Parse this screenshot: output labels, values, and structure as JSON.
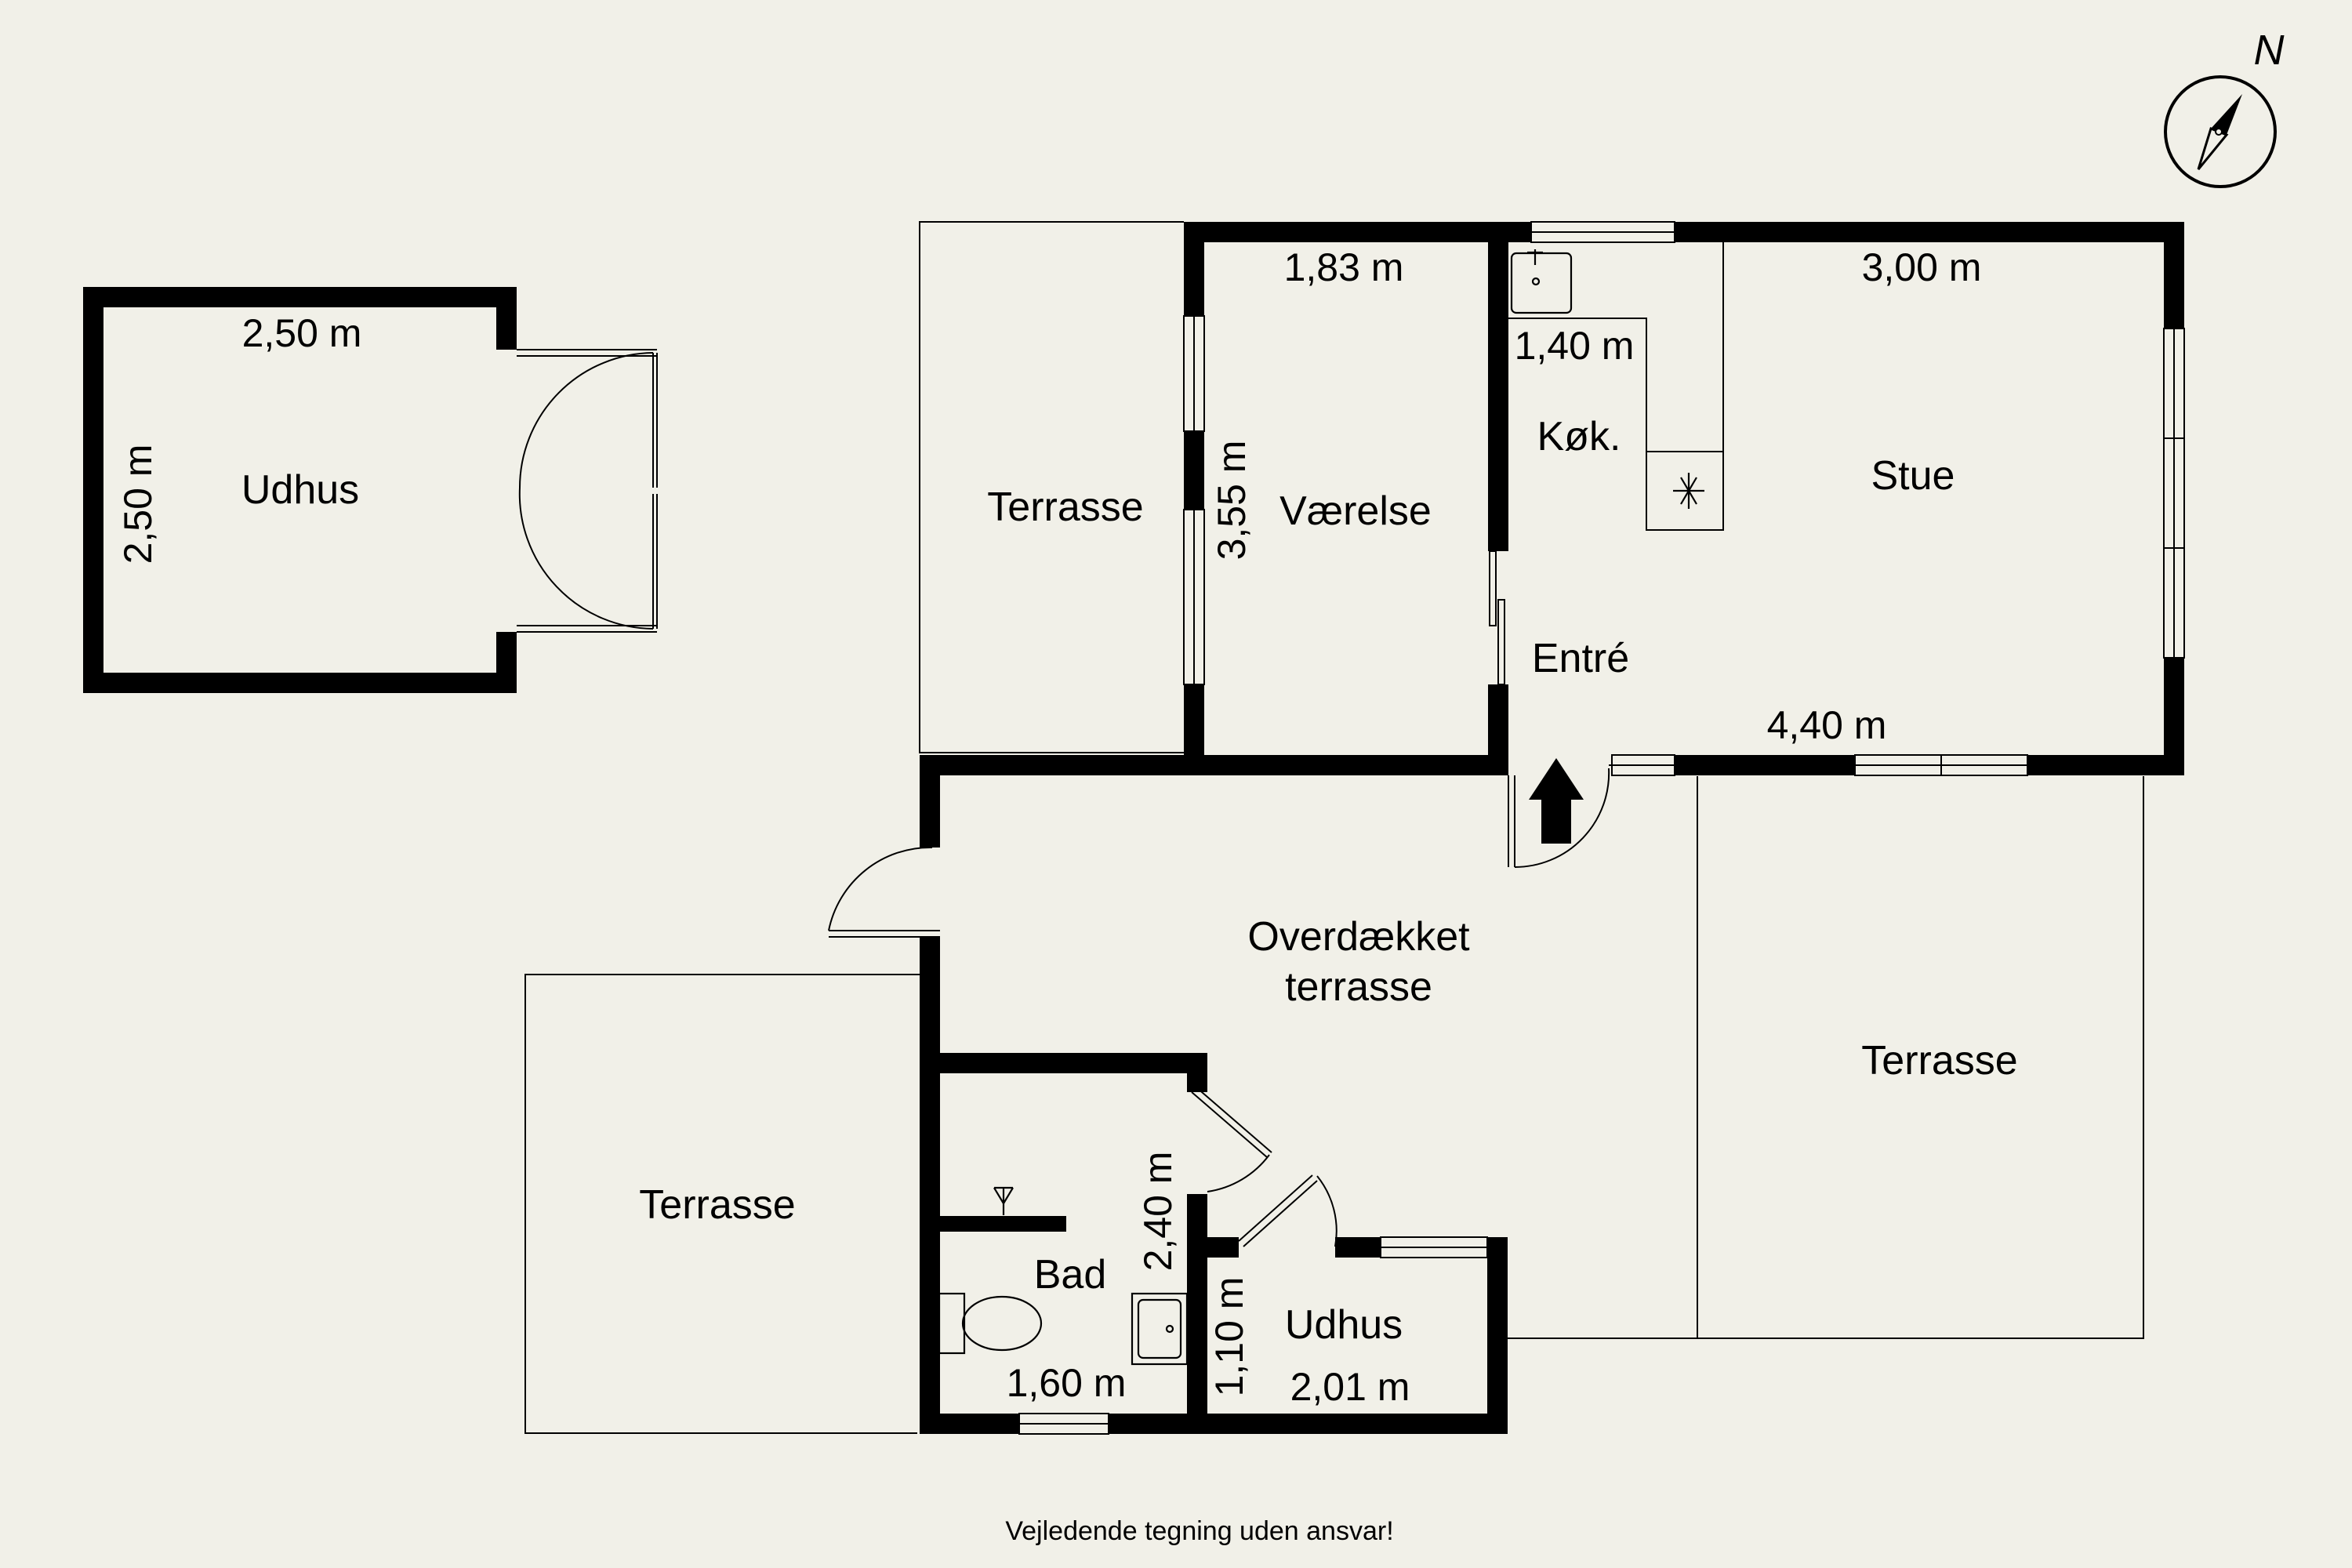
{
  "compass": {
    "north_label": "N",
    "icon": "compass-north-icon"
  },
  "rooms": {
    "udhus_large": "Udhus",
    "terrasse_west": "Terrasse",
    "vaerelse": "Værelse",
    "kokken": "Køk.",
    "stue": "Stue",
    "entre": "Entré",
    "overdaekket_line1": "Overdækket",
    "overdaekket_line2": "terrasse",
    "terrasse_east": "Terrasse",
    "terrasse_southwest": "Terrasse",
    "bad": "Bad",
    "udhus_small": "Udhus"
  },
  "dimensions": {
    "udhus_large_width": "2,50 m",
    "udhus_large_depth": "2,50 m",
    "vaerelse_width": "1,83 m",
    "vaerelse_depth": "3,55 m",
    "kokken_width": "1,40 m",
    "stue_width": "3,00 m",
    "entre_stue_width": "4,40 m",
    "bad_depth": "2,40 m",
    "bad_width": "1,60 m",
    "udhus_small_depth": "1,10 m",
    "udhus_small_width": "2,01 m"
  },
  "icons": {
    "entrance": "entrance-arrow-icon",
    "sink": "sink-icon",
    "stove": "stove-icon",
    "toilet": "toilet-icon",
    "floor_drain": "floor-drain-icon"
  },
  "footer": {
    "disclaimer": "Vejledende tegning uden ansvar!"
  }
}
